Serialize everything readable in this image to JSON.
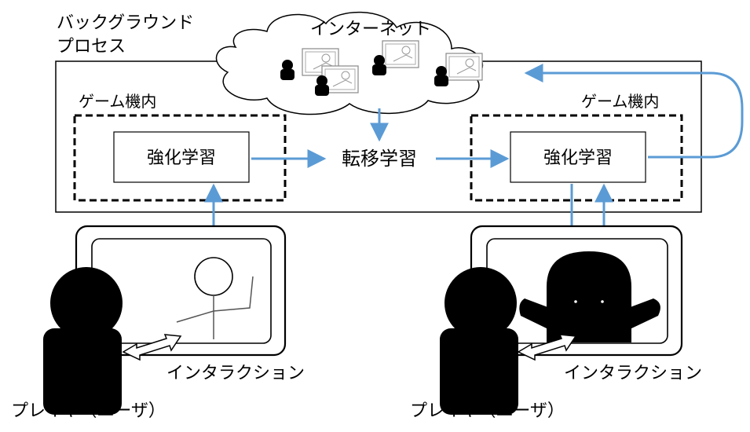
{
  "background_process": {
    "line1": "バックグラウンド",
    "line2": "プロセス"
  },
  "internet": {
    "label": "インターネット"
  },
  "left_game": {
    "title": "ゲーム機内",
    "module": "強化学習"
  },
  "right_game": {
    "title": "ゲーム機内",
    "module": "強化学習"
  },
  "transfer_learning": {
    "label": "転移学習"
  },
  "left_player": {
    "interaction": "インタラクション",
    "player": "プレイヤ（ユーザ）"
  },
  "right_player": {
    "interaction": "インタラクション",
    "player": "プレイヤ（ユーザ）"
  },
  "colors": {
    "arrow": "#5b9bd5",
    "ink": "#000000",
    "line": "#555555"
  }
}
